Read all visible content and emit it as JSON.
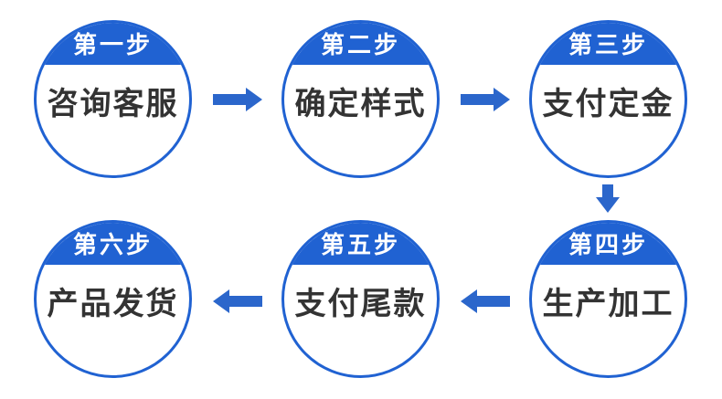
{
  "diagram": {
    "type": "process-flow",
    "language": "zh-CN",
    "steps": [
      {
        "label": "第一步",
        "text": "咨询客服"
      },
      {
        "label": "第二步",
        "text": "确定样式"
      },
      {
        "label": "第三步",
        "text": "支付定金"
      },
      {
        "label": "第四步",
        "text": "生产加工"
      },
      {
        "label": "第五步",
        "text": "支付尾款"
      },
      {
        "label": "第六步",
        "text": "产品发货"
      }
    ],
    "arrows": [
      {
        "from": "第一步",
        "to": "第二步",
        "direction": "right"
      },
      {
        "from": "第二步",
        "to": "第三步",
        "direction": "right"
      },
      {
        "from": "第三步",
        "to": "第四步",
        "direction": "down"
      },
      {
        "from": "第四步",
        "to": "第五步",
        "direction": "left"
      },
      {
        "from": "第五步",
        "to": "第六步",
        "direction": "left"
      }
    ]
  },
  "colors": {
    "circle_border": "#2062d2",
    "cap_fill": "#2062d2",
    "arrow_fill": "#2b66cb",
    "step_label_text": "#ffffff",
    "body_text": "#333333",
    "background": "#ffffff"
  }
}
